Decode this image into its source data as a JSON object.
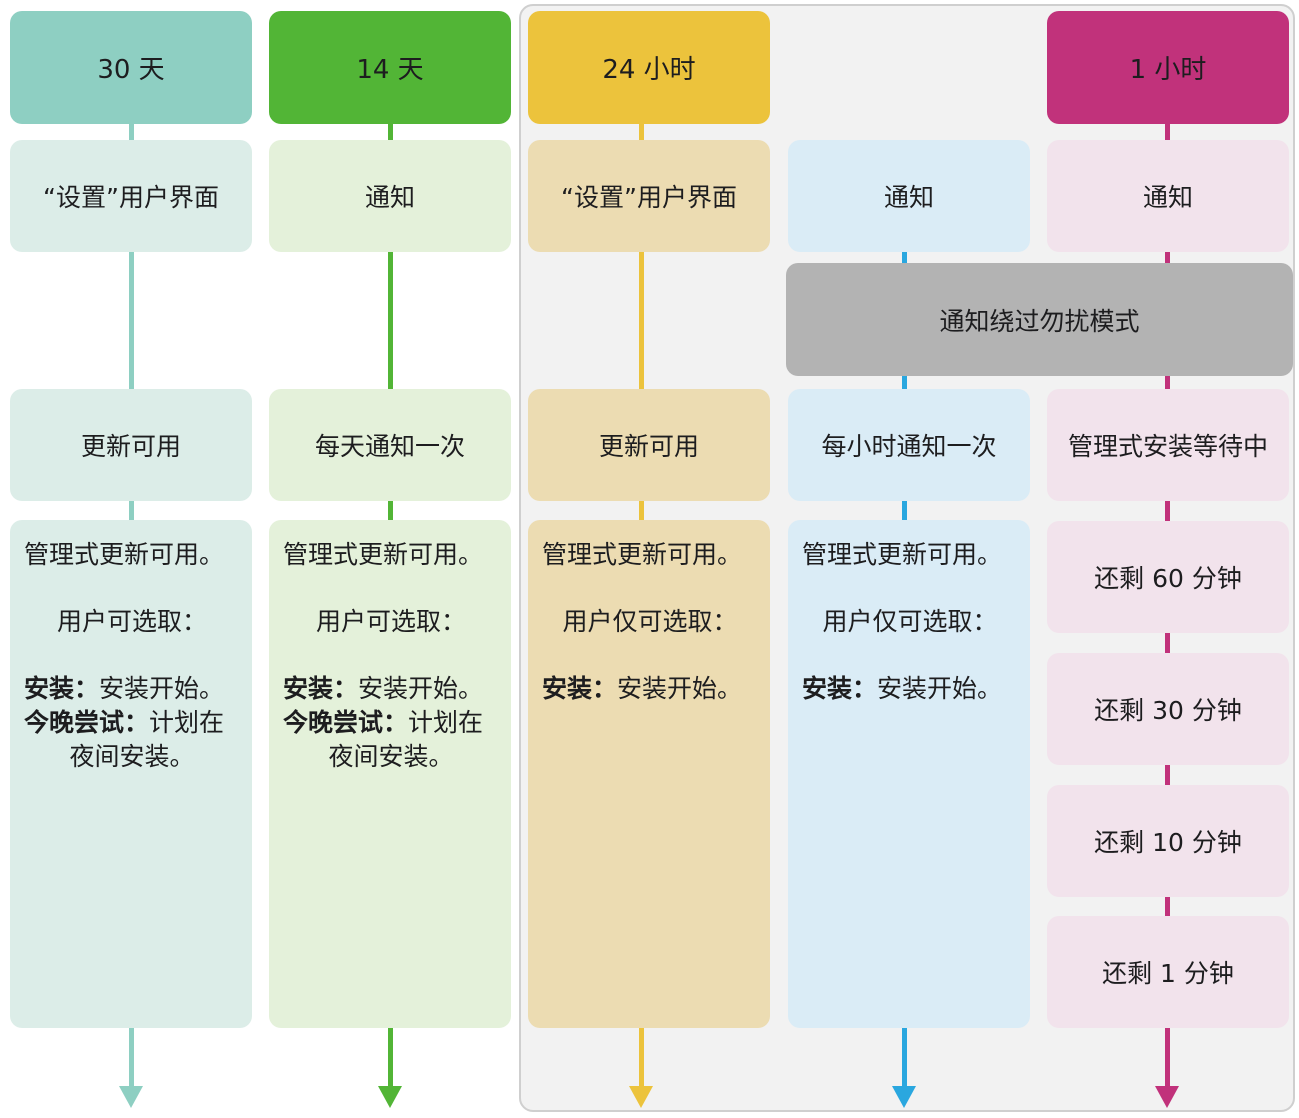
{
  "colors": {
    "teal": "#8ecfc2",
    "teal_light": "#dcede8",
    "green": "#52b536",
    "green_light": "#e4f1da",
    "yellow": "#ecc33c",
    "yellow_light": "#ecdcb2",
    "blue": "#2aa7df",
    "blue_light": "#daecf6",
    "magenta": "#c1327b",
    "magenta_light": "#f2e3ec",
    "gray": "#b3b3b3"
  },
  "columns": [
    {
      "header": "30 天",
      "box1": "“设置”用户界面",
      "box2": "更新可用",
      "detail": {
        "line1": "管理式更新可用。",
        "line2": "用户可选取：",
        "opt1_label": "安装：",
        "opt1_text": "安装开始。",
        "opt2_label": "今晚尝试：",
        "opt2_text": "计划在",
        "opt2_cont": "夜间安装。"
      }
    },
    {
      "header": "14 天",
      "box1": "通知",
      "box2": "每天通知一次",
      "detail": {
        "line1": "管理式更新可用。",
        "line2": "用户可选取：",
        "opt1_label": "安装：",
        "opt1_text": "安装开始。",
        "opt2_label": "今晚尝试：",
        "opt2_text": "计划在",
        "opt2_cont": "夜间安装。"
      }
    },
    {
      "header": "24 小时",
      "box1": "“设置”用户界面",
      "box2": "更新可用",
      "detail": {
        "line1": "管理式更新可用。",
        "line2": "用户仅可选取：",
        "opt1_label": "安装：",
        "opt1_text": "安装开始。"
      }
    },
    {
      "box1": "通知",
      "box2": "每小时通知一次",
      "detail": {
        "line1": "管理式更新可用。",
        "line2": "用户仅可选取：",
        "opt1_label": "安装：",
        "opt1_text": "安装开始。"
      }
    },
    {
      "header": "1 小时",
      "box1": "通知",
      "box2": "管理式安装等待中",
      "countdown": [
        "还剩 60 分钟",
        "还剩 30 分钟",
        "还剩 10 分钟",
        "还剩 1 分钟"
      ]
    }
  ],
  "dnd_bar": "通知绕过勿扰模式"
}
